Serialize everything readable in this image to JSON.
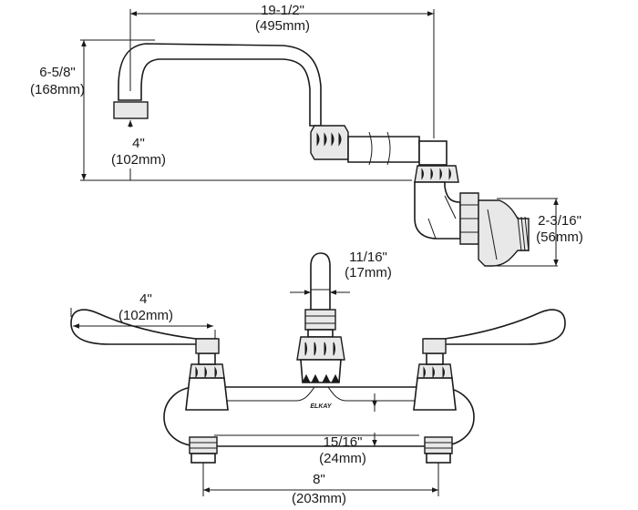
{
  "dimensions": {
    "spout_reach": {
      "imperial": "19-1/2\"",
      "metric": "(495mm)"
    },
    "spout_height": {
      "imperial": "6-5/8\"",
      "metric": "(168mm)"
    },
    "outlet_height": {
      "imperial": "4\"",
      "metric": "(102mm)"
    },
    "inlet_offset": {
      "imperial": "2-3/16\"",
      "metric": "(56mm)"
    },
    "spout_diameter": {
      "imperial": "11/16\"",
      "metric": "(17mm)"
    },
    "handle_length": {
      "imperial": "4\"",
      "metric": "(102mm)"
    },
    "body_height": {
      "imperial": "15/16\"",
      "metric": "(24mm)"
    },
    "centers": {
      "imperial": "8\"",
      "metric": "(203mm)"
    }
  },
  "brand_mark": "ELKAY"
}
